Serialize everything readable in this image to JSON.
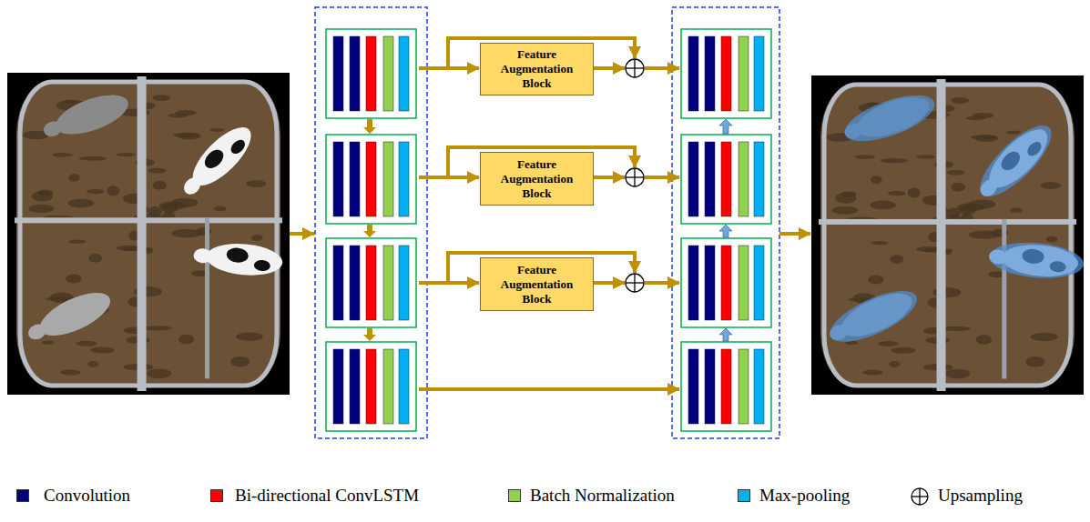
{
  "diagram": {
    "nodes": [
      {
        "text": [
          "Feature Augmentation Block"
        ]
      },
      {
        "text": [
          "Feature Augmentation Block"
        ]
      },
      {
        "text": [
          "Feature Augmentation Block"
        ]
      }
    ],
    "legend": [
      {
        "text": "Convolution",
        "color": "#00007f"
      },
      {
        "text": "Bi-directional ConvLSTM",
        "color": "#ff0000"
      },
      {
        "text": "Batch Normalization",
        "color": "#92d050"
      },
      {
        "text": "Max-pooling",
        "color": "#00b0f0"
      },
      {
        "text": "Upsampling"
      }
    ]
  }
}
